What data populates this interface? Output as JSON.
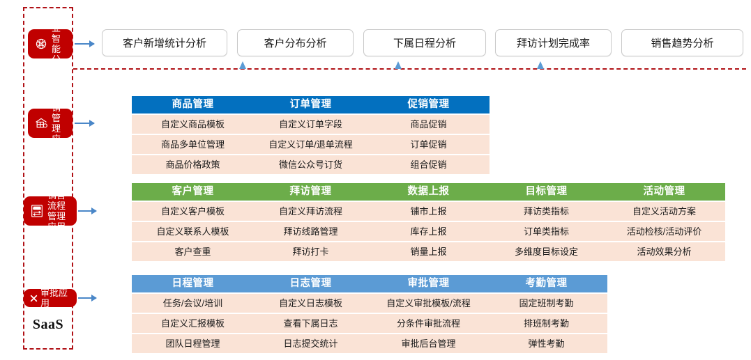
{
  "boundary": {
    "label": "SaaS"
  },
  "categories": [
    {
      "id": "bi",
      "icon": "network-analytics-icon",
      "label": "商业智\n能分析"
    },
    {
      "id": "promo",
      "icon": "store-house-icon",
      "label": "动销管\n理应用"
    },
    {
      "id": "sales",
      "icon": "sale-document-icon",
      "label": "销售流程\n管理应用"
    },
    {
      "id": "approval",
      "icon": "approval-cross-icon",
      "label": "审批应用"
    }
  ],
  "top_buttons": [
    {
      "label": "客户新增统计分析"
    },
    {
      "label": "客户分布分析"
    },
    {
      "label": "下属日程分析"
    },
    {
      "label": "拜访计划完成率"
    },
    {
      "label": "销售趋势分析"
    }
  ],
  "colors": {
    "brand_red": "#c00000",
    "header_blue_dark": "#0370bf",
    "header_green": "#6cad4a",
    "header_blue_light": "#5b9bd5",
    "cell_peach": "#fae3d6",
    "arrow_blue": "#5b9bd5",
    "dashed_red": "#b01116"
  },
  "sections": [
    {
      "id": "promo-section",
      "header_style": "blue-dark",
      "columns": [
        {
          "title": "商品管理",
          "items": [
            "自定义商品模板",
            "商品多单位管理",
            "商品价格政策"
          ]
        },
        {
          "title": "订单管理",
          "items": [
            "自定义订单字段",
            "自定义订单/退单流程",
            "微信公众号订货"
          ]
        },
        {
          "title": "促销管理",
          "items": [
            "商品促销",
            "订单促销",
            "组合促销"
          ]
        }
      ]
    },
    {
      "id": "sales-section",
      "header_style": "green",
      "columns": [
        {
          "title": "客户管理",
          "items": [
            "自定义客户模板",
            "自定义联系人模板",
            "客户查重"
          ]
        },
        {
          "title": "拜访管理",
          "items": [
            "自定义拜访流程",
            "拜访线路管理",
            "拜访打卡"
          ]
        },
        {
          "title": "数据上报",
          "items": [
            "铺市上报",
            "库存上报",
            "销量上报"
          ]
        },
        {
          "title": "目标管理",
          "items": [
            "拜访类指标",
            "订单类指标",
            "多维度目标设定"
          ]
        },
        {
          "title": "活动管理",
          "items": [
            "自定义活动方案",
            "活动检核/活动评价",
            "活动效果分析"
          ]
        }
      ]
    },
    {
      "id": "approval-section",
      "header_style": "blue-light",
      "columns": [
        {
          "title": "日程管理",
          "items": [
            "任务/会议/培训",
            "自定义汇报模板",
            "团队日程管理"
          ]
        },
        {
          "title": "日志管理",
          "items": [
            "自定义日志模板",
            "查看下属日志",
            "日志提交统计"
          ]
        },
        {
          "title": "审批管理",
          "items": [
            "自定义审批模板/流程",
            "分条件审批流程",
            "审批后台管理"
          ]
        },
        {
          "title": "考勤管理",
          "items": [
            "固定班制考勤",
            "排班制考勤",
            "弹性考勤"
          ]
        }
      ]
    }
  ]
}
